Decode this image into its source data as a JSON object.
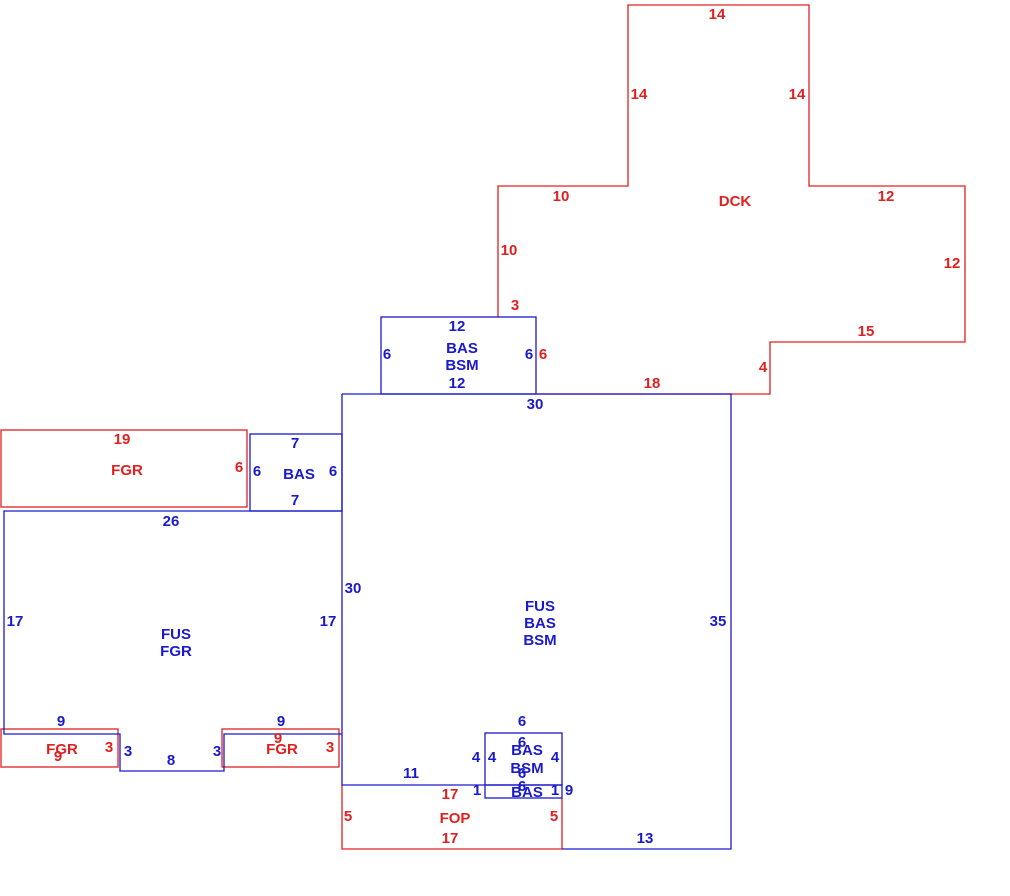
{
  "colors": {
    "exterior_area": "#e02020",
    "living_area": "#1a1acc",
    "background": "#ffffff"
  },
  "areas": {
    "deck": {
      "code": "DCK",
      "dims": {
        "top": "14",
        "left_upper": "14",
        "right_upper": "14",
        "left_step": "10",
        "left_mid": "10",
        "right_step": "12",
        "right_mid": "12",
        "lower_right": "15",
        "lower_step": "4",
        "bottom": "18",
        "left_lower": "3",
        "right_of_bas": "6"
      }
    },
    "upper_bas": {
      "codes": [
        "BAS",
        "BSM"
      ],
      "dims": {
        "top": "12",
        "bottom": "12",
        "left": "6",
        "right": "6"
      }
    },
    "main_block": {
      "codes": [
        "FUS",
        "BAS",
        "BSM"
      ],
      "dims": {
        "top": "30",
        "left": "30",
        "right": "35",
        "bottom_right": "13",
        "bottom_left": "11"
      }
    },
    "small_bas": {
      "code": "BAS",
      "dims": {
        "top": "7",
        "bottom": "7",
        "left": "6",
        "right": "6"
      }
    },
    "fgr_top": {
      "code": "FGR",
      "dims": {
        "top": "19",
        "right": "6"
      }
    },
    "west_wing": {
      "codes": [
        "FUS",
        "FGR"
      ],
      "dims": {
        "top": "26",
        "left": "17",
        "right": "17",
        "ledge_left": "9",
        "ledge_right": "9",
        "notch_left": "3",
        "notch_bottom": "8",
        "notch_right": "3"
      }
    },
    "fgr_bottom_left": {
      "code": "FGR",
      "dims": {
        "right": "3",
        "bottom": "9"
      }
    },
    "fgr_bottom_right": {
      "code": "FGR",
      "dims": {
        "right": "3",
        "bottom": "9"
      }
    },
    "inner_bay": {
      "codes": [
        "BAS",
        "BSM"
      ],
      "dims": {
        "top_outer": "6",
        "top": "6",
        "left_outer": "4",
        "left": "4",
        "right": "4",
        "bottom": "6"
      }
    },
    "inner_bas_strip": {
      "code": "BAS",
      "dims": {
        "top": "6",
        "left": "1",
        "right": "1",
        "right_outer": "9"
      }
    },
    "porch": {
      "code": "FOP",
      "dims": {
        "top": "17",
        "bottom": "17",
        "left": "5",
        "right": "5"
      }
    }
  }
}
